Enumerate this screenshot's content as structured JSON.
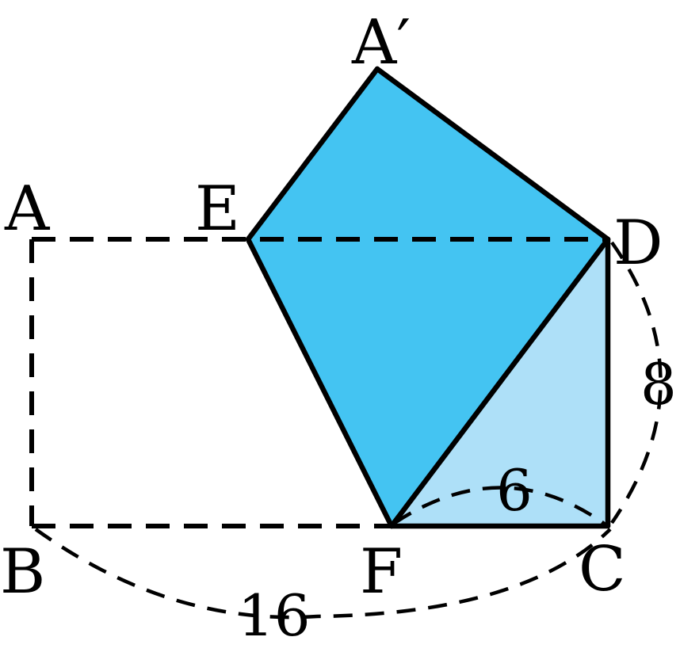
{
  "figure": {
    "colors": {
      "folded_region": "#44c4f2",
      "triangle_region": "#aee0f8",
      "stroke": "#000000",
      "background": "#ffffff"
    },
    "vertices": {
      "A": "A",
      "A_prime": "A′",
      "B": "B",
      "C": "C",
      "D": "D",
      "E": "E",
      "F": "F"
    },
    "measurements": {
      "BC": "16",
      "CD": "8",
      "FC": "6"
    }
  }
}
